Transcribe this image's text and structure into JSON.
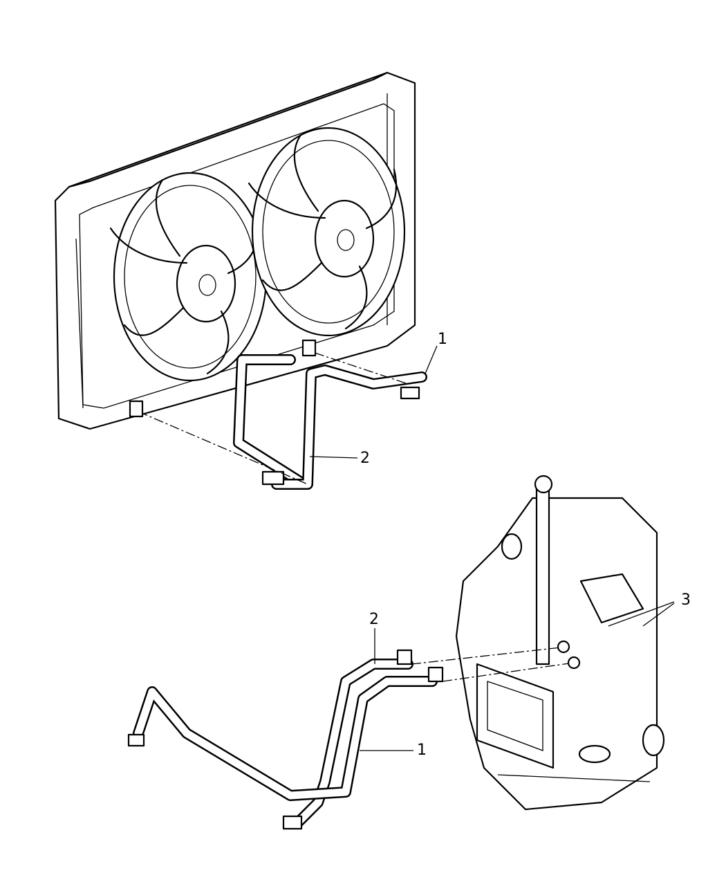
{
  "callouts": {
    "upper_hose_1": "1",
    "upper_hose_2": "2",
    "fitting_3": "3",
    "lower_hose_2": "2",
    "lower_hose_1": "1"
  }
}
